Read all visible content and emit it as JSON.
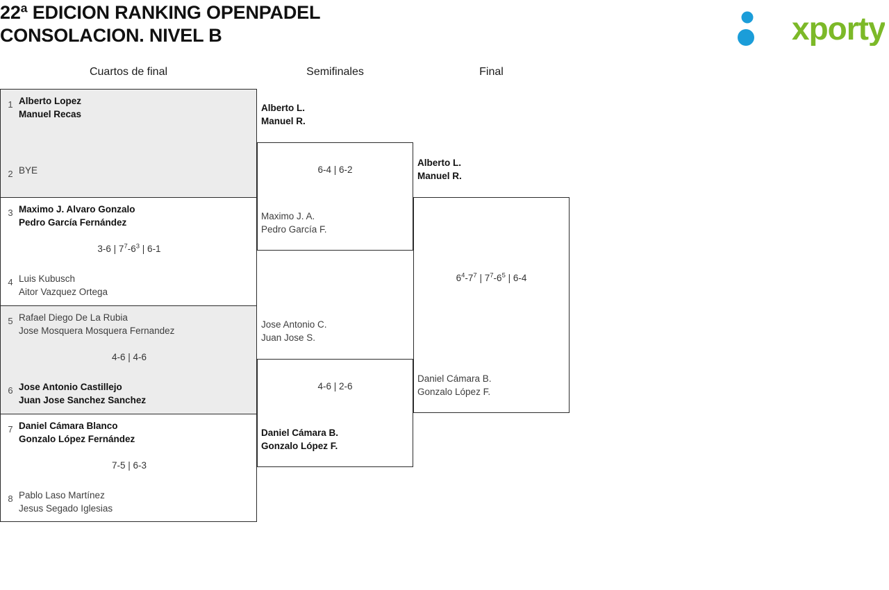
{
  "header": {
    "title": "22ª EDICION RANKING OPENPADEL\nCONSOLACION. NIVEL B",
    "logo_text": "xporty",
    "logo_colors": {
      "green": "#7cb928",
      "blue": "#1b9dd9",
      "orange": "#e8741a"
    }
  },
  "rounds": [
    {
      "label": "Cuartos de final"
    },
    {
      "label": "Semifinales"
    },
    {
      "label": "Final"
    }
  ],
  "quarterfinals": [
    {
      "shaded": true,
      "top": {
        "seed": "1",
        "line1": "Alberto Lopez",
        "line2": "Manuel Recas",
        "winner": true
      },
      "bottom": {
        "seed": "2",
        "line1": "BYE",
        "line2": "",
        "winner": false
      },
      "score_sets": []
    },
    {
      "shaded": false,
      "top": {
        "seed": "3",
        "line1": "Maximo J. Alvaro Gonzalo",
        "line2": "Pedro García Fernández",
        "winner": true
      },
      "bottom": {
        "seed": "4",
        "line1": "Luis Kubusch",
        "line2": "Aitor Vazquez Ortega",
        "winner": false
      },
      "score_sets": [
        {
          "a": "3",
          "a_tb": "",
          "b": "6",
          "b_tb": ""
        },
        {
          "a": "7",
          "a_tb": "7",
          "b": "6",
          "b_tb": "3"
        },
        {
          "a": "6",
          "a_tb": "",
          "b": "1",
          "b_tb": ""
        }
      ]
    },
    {
      "shaded": true,
      "top": {
        "seed": "5",
        "line1": "Rafael Diego De La Rubia",
        "line2": "Jose Mosquera Mosquera Fernandez",
        "winner": false
      },
      "bottom": {
        "seed": "6",
        "line1": "Jose Antonio Castillejo",
        "line2": "Juan Jose Sanchez Sanchez",
        "winner": true
      },
      "score_sets": [
        {
          "a": "4",
          "a_tb": "",
          "b": "6",
          "b_tb": ""
        },
        {
          "a": "4",
          "a_tb": "",
          "b": "6",
          "b_tb": ""
        }
      ]
    },
    {
      "shaded": false,
      "top": {
        "seed": "7",
        "line1": "Daniel Cámara Blanco",
        "line2": "Gonzalo López Fernández",
        "winner": true
      },
      "bottom": {
        "seed": "8",
        "line1": "Pablo Laso Martínez",
        "line2": "Jesus Segado Iglesias",
        "winner": false
      },
      "score_sets": [
        {
          "a": "7",
          "a_tb": "",
          "b": "5",
          "b_tb": ""
        },
        {
          "a": "6",
          "a_tb": "",
          "b": "3",
          "b_tb": ""
        }
      ]
    }
  ],
  "semifinals": [
    {
      "top": {
        "line1": "Alberto L.",
        "line2": "Manuel R.",
        "winner": true
      },
      "bottom": {
        "line1": "Maximo J. A.",
        "line2": "Pedro García F.",
        "winner": false
      },
      "score_sets": [
        {
          "a": "6",
          "a_tb": "",
          "b": "4",
          "b_tb": ""
        },
        {
          "a": "6",
          "a_tb": "",
          "b": "2",
          "b_tb": ""
        }
      ]
    },
    {
      "top": {
        "line1": "Jose Antonio C.",
        "line2": "Juan Jose S.",
        "winner": false
      },
      "bottom": {
        "line1": "Daniel Cámara B.",
        "line2": "Gonzalo López F.",
        "winner": true
      },
      "score_sets": [
        {
          "a": "4",
          "a_tb": "",
          "b": "6",
          "b_tb": ""
        },
        {
          "a": "2",
          "a_tb": "",
          "b": "6",
          "b_tb": ""
        }
      ]
    }
  ],
  "final": [
    {
      "top": {
        "line1": "Alberto L.",
        "line2": "Manuel R.",
        "winner": true
      },
      "bottom": {
        "line1": "Daniel Cámara B.",
        "line2": "Gonzalo López F.",
        "winner": false
      },
      "score_sets": [
        {
          "a": "6",
          "a_tb": "4",
          "b": "7",
          "b_tb": "7"
        },
        {
          "a": "7",
          "a_tb": "7",
          "b": "6",
          "b_tb": "5"
        },
        {
          "a": "6",
          "a_tb": "",
          "b": "4",
          "b_tb": ""
        }
      ]
    }
  ]
}
